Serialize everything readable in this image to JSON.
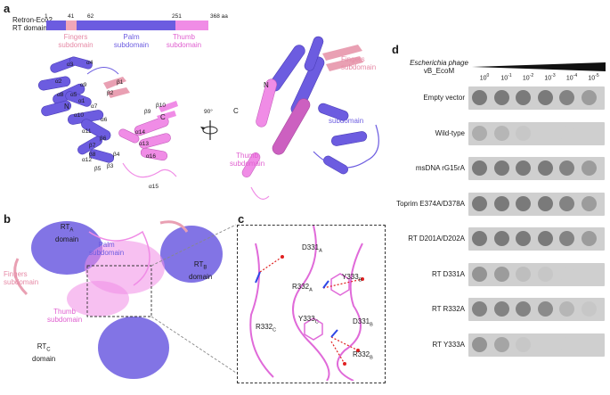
{
  "panel_a": {
    "letter": "a",
    "bar_title_line1": "Retron-Eco2",
    "bar_title_line2": "RT domain",
    "ticks": [
      "1",
      "41",
      "62",
      "251",
      "368 aa"
    ],
    "fingers_label": [
      "Fingers",
      "subdomain"
    ],
    "palm_label": [
      "Palm",
      "subdomain"
    ],
    "thumb_label": [
      "Thumb",
      "subdomain"
    ],
    "rotation": "90°",
    "structure_labels": [
      "α3",
      "α4",
      "β1",
      "α2",
      "α5",
      "α8",
      "α9",
      "β2",
      "α1",
      "α6",
      "N",
      "α7",
      "α10",
      "β10",
      "β9",
      "C",
      "α11",
      "β6",
      "α14",
      "β7",
      "β8",
      "β4",
      "β5",
      "β3",
      "α12",
      "α13",
      "α16",
      "α15"
    ],
    "right_labels": {
      "n": "N",
      "c": "C",
      "fingers": [
        "Fingers",
        "subdomain"
      ],
      "palm": [
        "Palm",
        "subdomain"
      ],
      "thumb": [
        "Thumb",
        "subdomain"
      ]
    }
  },
  "panel_b": {
    "letter": "b",
    "rta": [
      "RT",
      "A",
      "domain"
    ],
    "rtb": [
      "RT",
      "B",
      "domain"
    ],
    "rtc": [
      "RT",
      "C",
      "domain"
    ],
    "fingers": [
      "Fingers",
      "subdomain"
    ],
    "palm": [
      "Palm",
      "subdomain"
    ],
    "thumb": [
      "Thumb",
      "subdomain"
    ]
  },
  "panel_c": {
    "letter": "c",
    "labels": [
      {
        "base": "D331",
        "sub": "A"
      },
      {
        "base": "R332",
        "sub": "A"
      },
      {
        "base": "Y333",
        "sub": "B"
      },
      {
        "base": "Y333",
        "sub": "C"
      },
      {
        "base": "D331",
        "sub": "B"
      },
      {
        "base": "R332",
        "sub": "C"
      },
      {
        "base": "R332",
        "sub": "B"
      }
    ]
  },
  "panel_d": {
    "letter": "d",
    "phage_line1": "Escherichia phage",
    "phage_line2": "vB_EcoM",
    "dilutions": [
      "10^0",
      "10^-1",
      "10^-2",
      "10^-3",
      "10^-4",
      "10^-5"
    ],
    "rows": [
      {
        "label": "Empty vector",
        "spots": [
          1.0,
          1.0,
          1.0,
          1.0,
          0.9,
          0.6
        ]
      },
      {
        "label": "Wild-type",
        "spots": [
          0.4,
          0.3,
          0.1,
          0.0,
          0.0,
          0.0
        ]
      },
      {
        "label": "msDNA rG15rA",
        "spots": [
          1.0,
          1.0,
          1.0,
          1.0,
          0.9,
          0.6
        ]
      },
      {
        "label": "Toprim E374A/D378A",
        "spots": [
          1.0,
          1.0,
          1.0,
          1.0,
          0.9,
          0.6
        ]
      },
      {
        "label": "RT D201A/D202A",
        "spots": [
          1.0,
          1.0,
          1.0,
          1.0,
          0.9,
          0.6
        ]
      },
      {
        "label": "RT D331A",
        "spots": [
          0.7,
          0.6,
          0.2,
          0.1,
          0.0,
          0.0
        ]
      },
      {
        "label": "RT R332A",
        "spots": [
          0.9,
          0.9,
          0.9,
          0.8,
          0.3,
          0.1
        ]
      },
      {
        "label": "RT Y333A",
        "spots": [
          0.7,
          0.5,
          0.1,
          0.0,
          0.0,
          0.0
        ]
      }
    ]
  },
  "colors": {
    "fingers": "#f2a6b8",
    "palm": "#6c5ce0",
    "thumb": "#f08ce6",
    "plate": "#cfcfcf",
    "plaque": "#8a8a8a"
  }
}
